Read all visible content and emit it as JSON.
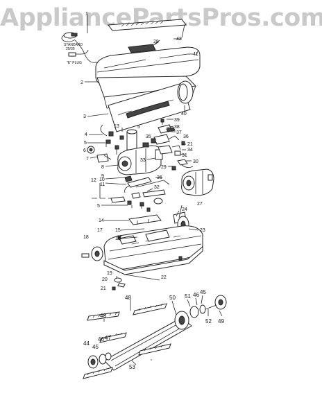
{
  "watermark": {
    "text": "AppliancePartsPros.com"
  },
  "plug_labels": {
    "standard": "STANDARD",
    "standard_sub": "20/30",
    "third": "\"E\" PLUG"
  },
  "callouts": [
    {
      "id": "c1",
      "text": "1"
    },
    {
      "id": "c42",
      "text": "42"
    },
    {
      "id": "c28",
      "text": "28"
    },
    {
      "id": "c41",
      "text": "41"
    },
    {
      "id": "c2",
      "text": "2"
    },
    {
      "id": "c40",
      "text": "40"
    },
    {
      "id": "c3",
      "text": "3"
    },
    {
      "id": "c39",
      "text": "39"
    },
    {
      "id": "c38",
      "text": "38"
    },
    {
      "id": "c13",
      "text": "13"
    },
    {
      "id": "c37",
      "text": "37"
    },
    {
      "id": "c5a",
      "text": "5"
    },
    {
      "id": "c4",
      "text": "4"
    },
    {
      "id": "c35",
      "text": "35"
    },
    {
      "id": "c5b",
      "text": "5"
    },
    {
      "id": "c36a",
      "text": "36"
    },
    {
      "id": "c21a",
      "text": "21"
    },
    {
      "id": "c6",
      "text": "6"
    },
    {
      "id": "c34",
      "text": "34"
    },
    {
      "id": "c31",
      "text": "31"
    },
    {
      "id": "c7",
      "text": "7"
    },
    {
      "id": "c33",
      "text": "33"
    },
    {
      "id": "c30",
      "text": "30"
    },
    {
      "id": "c8",
      "text": "8"
    },
    {
      "id": "c29",
      "text": "29"
    },
    {
      "id": "c9",
      "text": "9"
    },
    {
      "id": "c10",
      "text": "10"
    },
    {
      "id": "c36b",
      "text": "36"
    },
    {
      "id": "c12",
      "text": "12"
    },
    {
      "id": "c11",
      "text": "11"
    },
    {
      "id": "c32",
      "text": "32"
    },
    {
      "id": "c5c",
      "text": "5"
    },
    {
      "id": "c27",
      "text": "27"
    },
    {
      "id": "c24",
      "text": "24"
    },
    {
      "id": "c14",
      "text": "14"
    },
    {
      "id": "c15",
      "text": "15"
    },
    {
      "id": "c23",
      "text": "23"
    },
    {
      "id": "c17",
      "text": "17"
    },
    {
      "id": "c16",
      "text": "16"
    },
    {
      "id": "c18",
      "text": "18"
    },
    {
      "id": "c19",
      "text": "19"
    },
    {
      "id": "c22",
      "text": "22"
    },
    {
      "id": "c20",
      "text": "20"
    },
    {
      "id": "c21b",
      "text": "21"
    },
    {
      "id": "c48a",
      "text": "48"
    },
    {
      "id": "c50",
      "text": "50"
    },
    {
      "id": "c51",
      "text": "51"
    },
    {
      "id": "c46a",
      "text": "46"
    },
    {
      "id": "c45a",
      "text": "45"
    },
    {
      "id": "c48b",
      "text": "48"
    },
    {
      "id": "c52",
      "text": "52"
    },
    {
      "id": "c49",
      "text": "49"
    },
    {
      "id": "c44",
      "text": "44"
    },
    {
      "id": "c46b",
      "text": "46"
    },
    {
      "id": "c47",
      "text": "47"
    },
    {
      "id": "c45b",
      "text": "45"
    },
    {
      "id": "c53",
      "text": "53"
    }
  ]
}
